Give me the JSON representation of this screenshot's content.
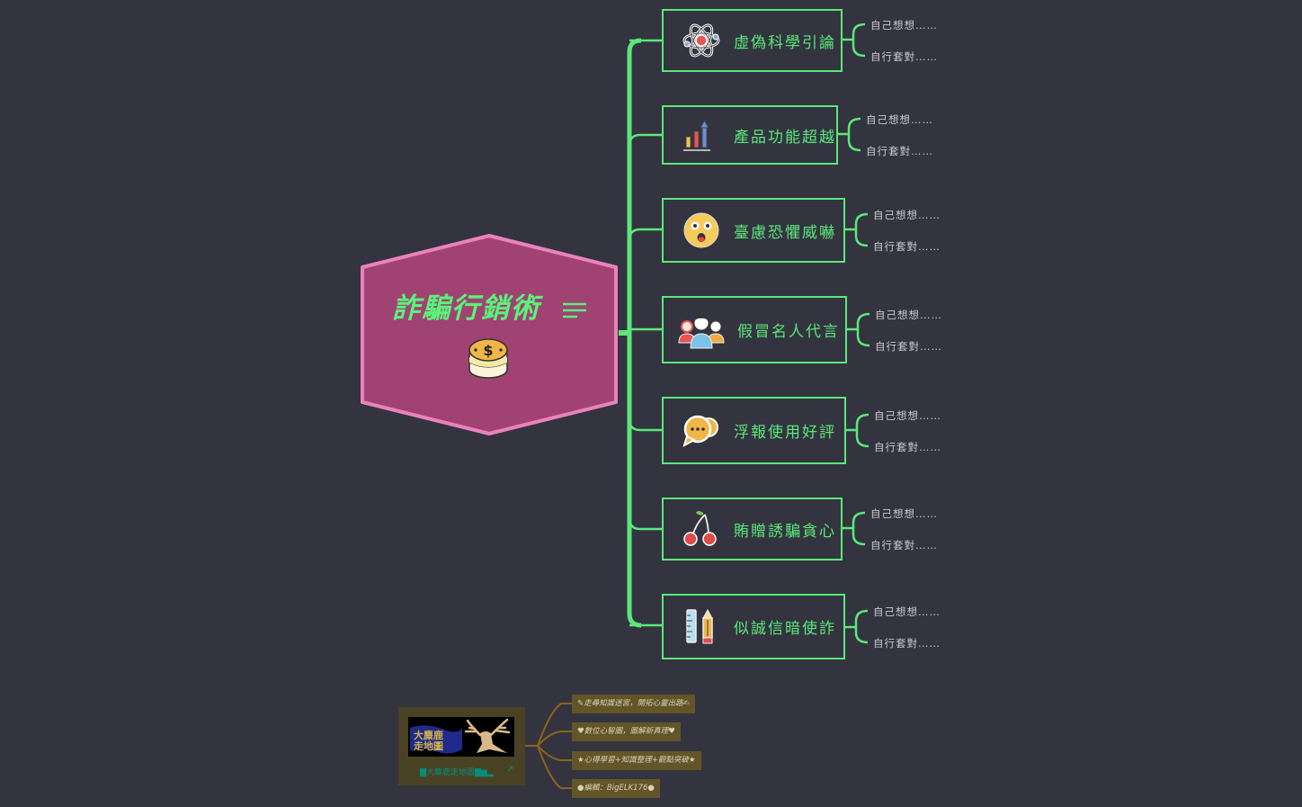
{
  "colors": {
    "background": "#33343f",
    "root_fill": "#a04372",
    "root_border": "#ea82bc",
    "accent_green": "#5be87a",
    "subtopic_text": "#c9c9c9",
    "card_bg": "#4a4224",
    "note_bg": "#625527",
    "note_line": "#8a6418"
  },
  "root": {
    "title": "詐騙行銷術",
    "menu_icon": "notes-lines-icon",
    "icon": "coin-stack-icon"
  },
  "topics": [
    {
      "label": "虛偽科學引論",
      "icon": "atom-icon",
      "children": [
        "自己想想……",
        "自行套對……"
      ]
    },
    {
      "label": "產品功能超越",
      "icon": "bar-chart-growth-icon",
      "children": [
        "自己想想……",
        "自行套對……"
      ]
    },
    {
      "label": "臺慮恐懼威嚇",
      "icon": "shocked-face-icon",
      "children": [
        "自己想想……",
        "自行套對……"
      ]
    },
    {
      "label": "假冒名人代言",
      "icon": "people-group-icon",
      "children": [
        "自己想想……",
        "自行套對……"
      ]
    },
    {
      "label": "浮報使用好評",
      "icon": "chat-bubbles-icon",
      "children": [
        "自己想想……",
        "自行套對……"
      ]
    },
    {
      "label": "賄贈誘騙貪心",
      "icon": "cherries-icon",
      "children": [
        "自己想想……",
        "自行套對……"
      ]
    },
    {
      "label": "似誠信暗使詐",
      "icon": "ruler-pencil-icon",
      "children": [
        "自己想想……",
        "自行套對……"
      ]
    }
  ],
  "footer": {
    "card": {
      "image_alt": "大麋鹿走地圖 logo",
      "link_text": "▇大麋鹿走地圖▇▆▂",
      "external_icon": "external-link-icon"
    },
    "notes": [
      "✎走尋知識迷宮，開拓心靈出路✍",
      "♥數位心智圖，圖解新真理♥",
      "★心得學習+知識整理+觀點突破★",
      "●編輯：BigELK176●"
    ]
  }
}
